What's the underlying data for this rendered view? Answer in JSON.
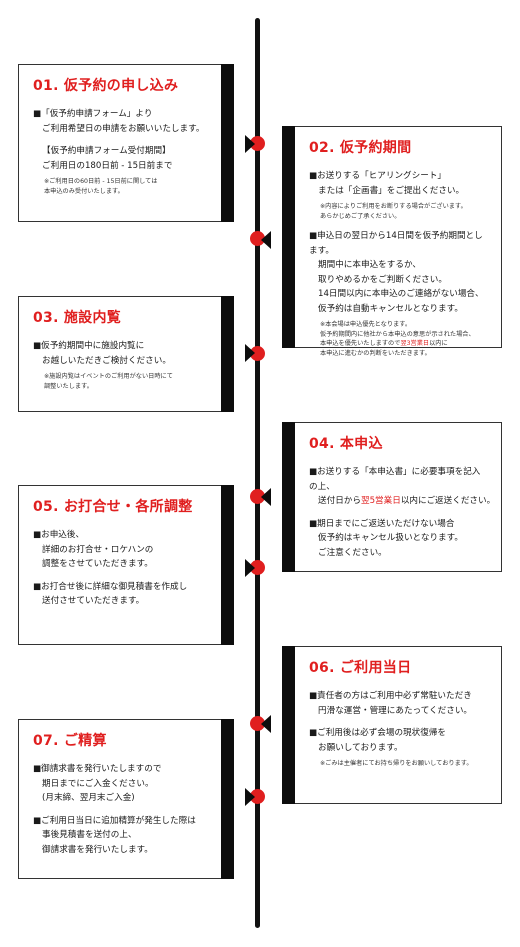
{
  "accent_color": "#e01f1f",
  "steps": [
    {
      "title": "01. 仮予約の申し込み",
      "items": [
        {
          "type": "bullet",
          "lines": [
            "■「仮予約申請フォーム」より",
            "ご利用希望日の申請をお願いいたします。"
          ]
        },
        {
          "type": "plain",
          "lines": [
            "【仮予約申請フォーム受付期間】",
            "ご利用日の180日前 - 15日前まで"
          ]
        },
        {
          "type": "note",
          "lines": [
            "※ご利用日の60日前 - 15日前に関しては",
            "本申込のみ受付いたします。"
          ]
        }
      ]
    },
    {
      "title": "02. 仮予約期間",
      "items": [
        {
          "type": "bullet",
          "lines": [
            "■お送りする「ヒアリングシート」",
            "または「企画書」をご提出ください。"
          ]
        },
        {
          "type": "note",
          "lines": [
            "※内容によりご利用をお断りする場合がございます。",
            "あらかじめご了承ください。"
          ]
        },
        {
          "type": "bullet",
          "lines": [
            "■申込日の翌日から14日間を仮予約期間とします。",
            "期間中に本申込をするか、",
            "取りやめるかをご判断ください。",
            "14日間以内に本申込のご連絡がない場合、",
            "仮予約は自動キャンセルとなります。"
          ]
        },
        {
          "type": "note",
          "lines": [
            "※本会場は申込優先となります。",
            "仮予約期間内に他社から本申込の意思が示された場合、",
            "本申込を優先いたしますので翌3営業日以内に",
            "本申込に進むかの判断をいただきます。"
          ]
        }
      ]
    },
    {
      "title": "03. 施設内覧",
      "items": [
        {
          "type": "bullet",
          "lines": [
            "■仮予約期間中に施設内覧に",
            "お越しいただきご検討ください。"
          ]
        },
        {
          "type": "note",
          "lines": [
            "※施設内覧はイベントのご利用がない日時にて",
            "調整いたします。"
          ]
        }
      ]
    },
    {
      "title": "04. 本申込",
      "items": [
        {
          "type": "bullet",
          "lines": [
            "■お送りする「本申込書」に必要事項を記入の上、",
            "送付日から翌5営業日以内にご返送ください。"
          ]
        },
        {
          "type": "bullet",
          "lines": [
            "■期日までにご返送いただけない場合",
            "仮予約はキャンセル扱いとなります。",
            "ご注意ください。"
          ]
        }
      ]
    },
    {
      "title": "05. お打合せ・各所調整",
      "items": [
        {
          "type": "bullet",
          "lines": [
            "■お申込後、",
            "詳細のお打合せ・ロケハンの",
            "調整をさせていただきます。"
          ]
        },
        {
          "type": "bullet",
          "lines": [
            "■お打合せ後に詳細な御見積書を作成し",
            "送付させていただきます。"
          ]
        }
      ]
    },
    {
      "title": "06. ご利用当日",
      "items": [
        {
          "type": "bullet",
          "lines": [
            "■責任者の方はご利用中必ず常駐いただき",
            "円滑な運営・管理にあたってください。"
          ]
        },
        {
          "type": "bullet",
          "lines": [
            "■ご利用後は必ず会場の現状復帰を",
            "お願いしております。"
          ]
        },
        {
          "type": "note",
          "lines": [
            "※ごみは主催者にてお持ち帰りをお願いしております。"
          ]
        }
      ]
    },
    {
      "title": "07. ご精算",
      "items": [
        {
          "type": "bullet",
          "lines": [
            "■御請求書を発行いたしますので",
            "期日までにご入金ください。",
            "(月末締、翌月末ご入金)"
          ]
        },
        {
          "type": "bullet",
          "lines": [
            "■ご利用日当日に追加精算が発生した際は",
            "事後見積書を送付の上、",
            "御請求書を発行いたします。"
          ]
        }
      ]
    }
  ]
}
